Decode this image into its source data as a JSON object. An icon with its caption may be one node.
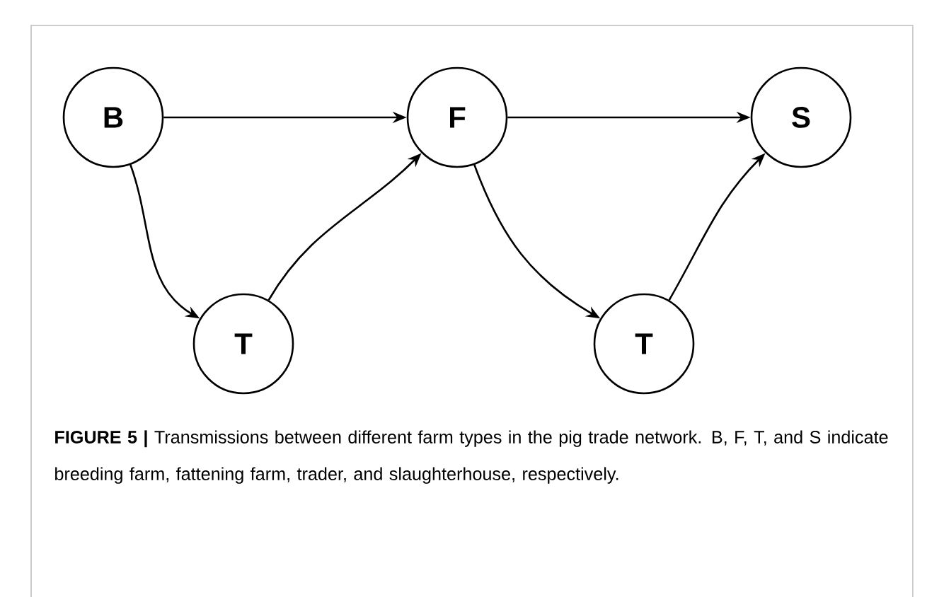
{
  "diagram": {
    "caption": "**FIGURE 5 |** Transmissions between different farm types in the pig trade network. B, F, T, and S indicate breeding farm, fattening farm, trader, and slaughterhouse, respectively.",
    "nodes": [
      {
        "text": [
          "B"
        ]
      },
      {
        "text": [
          "T"
        ]
      },
      {
        "text": [
          "F"
        ]
      },
      {
        "text": [
          "T"
        ]
      },
      {
        "text": [
          "S"
        ]
      }
    ],
    "edges": [
      {
        "from": 0,
        "to": 2,
        "arrow": "to"
      },
      {
        "from": 2,
        "to": 4,
        "arrow": "to"
      },
      {
        "from": 0,
        "to": 1,
        "arrow": "to"
      },
      {
        "from": 1,
        "to": 2,
        "arrow": "to"
      },
      {
        "from": 2,
        "to": 3,
        "arrow": "to"
      },
      {
        "from": 3,
        "to": 4,
        "arrow": "to"
      }
    ]
  }
}
